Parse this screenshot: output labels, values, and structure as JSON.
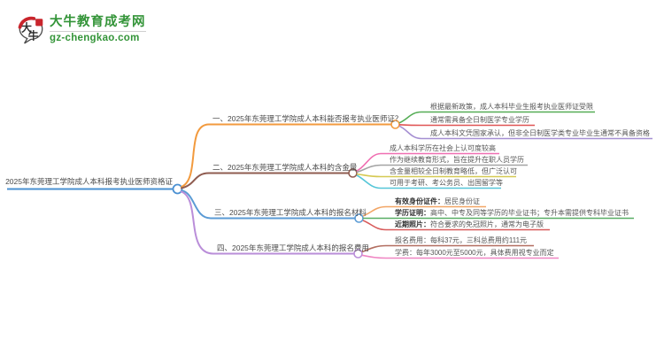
{
  "logo": {
    "title": "大牛教育成考网",
    "url": "gz-chengkao.com",
    "icon_char_1": "大",
    "icon_char_2": "牛",
    "brand_green": "#339438",
    "seal_red": "#c9252c"
  },
  "root": {
    "label": "2025年东莞理工学院成人本科报考执业医师资格证",
    "color": "#4a90d2"
  },
  "branches": [
    {
      "label": "一、2025年东莞理工学院成人本科能否报考执业医师证？",
      "color": "#f29a3e",
      "children": [
        {
          "text": "根据最新政策，成人本科毕业生报考执业医师证受限",
          "color": "#55ad55"
        },
        {
          "text": "通常需具备全日制医学专业学历",
          "color": "#e05454"
        },
        {
          "text": "成人本科文凭国家承认，但非全日制医学类专业毕业生通常不具备资格",
          "color": "#a58fd2"
        }
      ]
    },
    {
      "label": "二、2025年东莞理工学院成人本科的含金量",
      "color": "#8f5c50",
      "children": [
        {
          "text": "成人本科学历在社会上认可度较高",
          "color": "#f06fb2"
        },
        {
          "text": "作为继续教育形式，旨在提升在职人员学历",
          "color": "#a3a3a3"
        },
        {
          "text": "含金量相较全日制教育略低，但广泛认可",
          "color": "#d5c952"
        },
        {
          "text": "可用于考研、考公务员、出国留学等",
          "color": "#55c6d8"
        }
      ]
    },
    {
      "label": "三、2025年东莞理工学院成人本科的报名材料",
      "color": "#5b9bd5",
      "children": [
        {
          "prefix": "有效身份证件：",
          "text": "居民身份证",
          "color": "#f2a565"
        },
        {
          "prefix": "学历证明：",
          "text": "高中、中专及同等学历的毕业证书；专升本需提供专科毕业证书",
          "color": "#58ad64"
        },
        {
          "prefix": "近期照片：",
          "text": "符合要求的免冠照片，通常为电子版",
          "color": "#d85b5b"
        }
      ]
    },
    {
      "label": "四、2025年东莞理工学院成人本科的报名费用",
      "color": "#ba8ed9",
      "children": [
        {
          "text": "报名费用：每科37元，三科总费用约111元",
          "color": "#b26e60"
        },
        {
          "text": "学费：每年3000元至5000元，具体费用视专业而定",
          "color": "#ef86c3"
        }
      ]
    }
  ]
}
